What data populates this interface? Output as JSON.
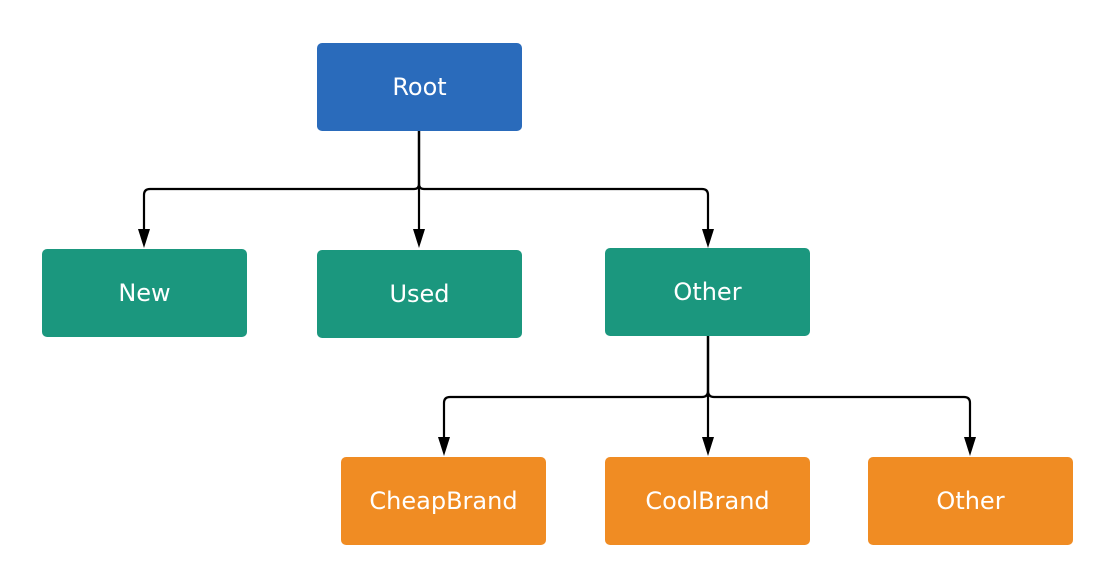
{
  "colors": {
    "root": "#2a6bbb",
    "level1": "#1b977e",
    "level2": "#f08c23",
    "edge": "#000000",
    "text": "#ffffff"
  },
  "tree": {
    "root": {
      "label": "Root"
    },
    "level1": [
      {
        "label": "New"
      },
      {
        "label": "Used"
      },
      {
        "label": "Other"
      }
    ],
    "level2": [
      {
        "label": "CheapBrand"
      },
      {
        "label": "CoolBrand"
      },
      {
        "label": "Other"
      }
    ]
  }
}
